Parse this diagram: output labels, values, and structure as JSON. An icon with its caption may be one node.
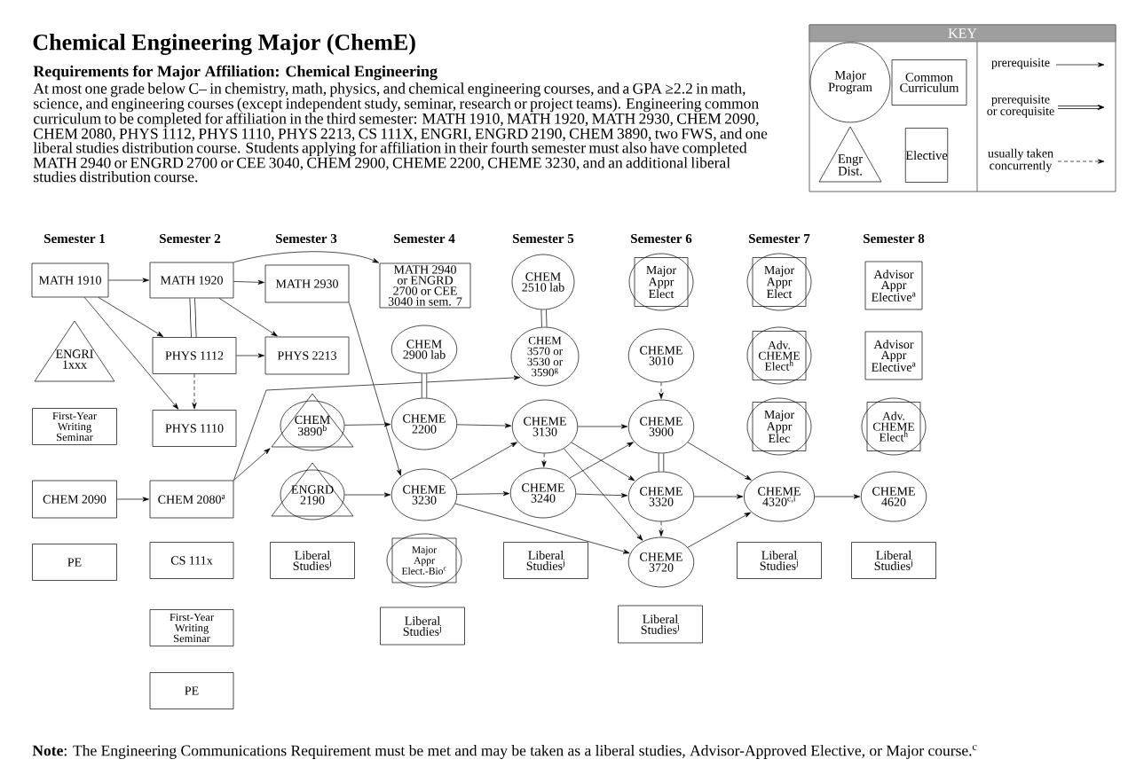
{
  "diagram": {
    "title": "Chemical Engineering Major (ChemE)",
    "caption": "**Note**: The Engineering Communications Requirement must be met and may be taken as a liberal studies, Advisor-Approved Elective, or Major course.$^{c}$",
    "nodes": [
      {
        "text": [
          "MATH 1910"
        ]
      },
      {
        "text": [
          "ENGRI 1xxx"
        ]
      },
      {
        "text": [
          "First-Year Writing Seminar"
        ]
      },
      {
        "text": [
          "CHEM 2090"
        ]
      },
      {
        "text": [
          "PE"
        ]
      },
      {
        "text": [
          "MATH 1920"
        ]
      },
      {
        "text": [
          "PHYS 1112"
        ]
      },
      {
        "text": [
          "PHYS 1110"
        ]
      },
      {
        "text": [
          "CHEM 2080$^{a}$"
        ]
      },
      {
        "text": [
          "CS 111x"
        ]
      },
      {
        "text": [
          "First-Year Writing Seminar"
        ]
      },
      {
        "text": [
          "PE"
        ]
      },
      {
        "text": [
          "MATH 2930"
        ]
      },
      {
        "text": [
          "PHYS 2213"
        ]
      },
      {
        "text": [
          "CHEM 3890$^{b}$"
        ]
      },
      {
        "text": [
          "ENGRD 2190"
        ]
      },
      {
        "text": [
          "Liberal Studies$^{j}$"
        ]
      },
      {
        "text": [
          "MATH 2940 or ENGRD 2700 or CEE 3040 in sem. 7"
        ]
      },
      {
        "text": [
          "CHEM 2900 lab"
        ]
      },
      {
        "text": [
          "CHEME 2200"
        ]
      },
      {
        "text": [
          "CHEME 3230"
        ]
      },
      {
        "text": [
          "Major Appr Elect.-Bio$^{c}$"
        ]
      },
      {
        "text": [
          "Liberal Studies$^{j}$"
        ]
      },
      {
        "text": [
          "CHEM 2510 lab"
        ]
      },
      {
        "text": [
          "CHEM 3570 or 3530 or 3590$^{g}$"
        ]
      },
      {
        "text": [
          "CHEME 3130"
        ]
      },
      {
        "text": [
          "CHEME 3240"
        ]
      },
      {
        "text": [
          "Liberal Studies$^{j}$"
        ]
      },
      {
        "text": [
          "Major Appr Elect"
        ]
      },
      {
        "text": [
          "CHEME 3010"
        ]
      },
      {
        "text": [
          "CHEME 3900"
        ]
      },
      {
        "text": [
          "CHEME 3320"
        ]
      },
      {
        "text": [
          "CHEME 3720"
        ]
      },
      {
        "text": [
          "Liberal Studies$^{j}$"
        ]
      },
      {
        "text": [
          "Major Appr Elect"
        ]
      },
      {
        "text": [
          "Adv. CHEME Elect$^{h}$"
        ]
      },
      {
        "text": [
          "Major Appr Elec"
        ]
      },
      {
        "text": [
          "CHEME 4320$^{c,i}$"
        ]
      },
      {
        "text": [
          "Liberal Studies$^{j}$"
        ]
      },
      {
        "text": [
          "Advisor Appr Elective$^{a}$"
        ]
      },
      {
        "text": [
          "Advisor Appr Elective$^{a}$"
        ]
      },
      {
        "text": [
          "Adv. CHEME Elect$^{h}$"
        ]
      },
      {
        "text": [
          "CHEME 4620"
        ]
      },
      {
        "text": [
          "Liberal Studies$^{j}$"
        ]
      }
    ],
    "edges": [
      {
        "from": 0,
        "to": 5,
        "arrow": "to"
      },
      {
        "from": 0,
        "to": 6,
        "arrow": "to"
      },
      {
        "from": 0,
        "to": 7,
        "arrow": "to"
      },
      {
        "from": 5,
        "to": 12,
        "arrow": "to"
      },
      {
        "from": 5,
        "to": 13,
        "arrow": "to"
      },
      {
        "from": 5,
        "to": 6,
        "arrow": "none",
        "style": "thick"
      },
      {
        "from": 5,
        "to": 17,
        "arrow": "to"
      },
      {
        "from": 6,
        "to": 13,
        "arrow": "to"
      },
      {
        "from": 6,
        "to": 7,
        "arrow": "to",
        "style": "dashed"
      },
      {
        "from": 3,
        "to": 8,
        "arrow": "to"
      },
      {
        "from": 8,
        "to": 14,
        "arrow": "to"
      },
      {
        "from": 8,
        "to": 24,
        "arrow": "to"
      },
      {
        "from": 12,
        "to": 20,
        "arrow": "to"
      },
      {
        "from": 14,
        "to": 19,
        "arrow": "to"
      },
      {
        "from": 15,
        "to": 20,
        "arrow": "to"
      },
      {
        "from": 18,
        "to": 19,
        "arrow": "none",
        "style": "thick"
      },
      {
        "from": 19,
        "to": 25,
        "arrow": "to"
      },
      {
        "from": 20,
        "to": 25,
        "arrow": "to"
      },
      {
        "from": 20,
        "to": 26,
        "arrow": "to"
      },
      {
        "from": 20,
        "to": 32,
        "arrow": "to"
      },
      {
        "from": 23,
        "to": 24,
        "arrow": "none",
        "style": "thick"
      },
      {
        "from": 25,
        "to": 30,
        "arrow": "to"
      },
      {
        "from": 25,
        "to": 26,
        "arrow": "to",
        "style": "dashed"
      },
      {
        "from": 25,
        "to": 31,
        "arrow": "to"
      },
      {
        "from": 25,
        "to": 32,
        "arrow": "to"
      },
      {
        "from": 26,
        "to": 30,
        "arrow": "to"
      },
      {
        "from": 26,
        "to": 31,
        "arrow": "to"
      },
      {
        "from": 29,
        "to": 30,
        "arrow": "to",
        "style": "dashed"
      },
      {
        "from": 30,
        "to": 31,
        "arrow": "none",
        "style": "thick"
      },
      {
        "from": 30,
        "to": 37,
        "arrow": "to"
      },
      {
        "from": 31,
        "to": 37,
        "arrow": "to"
      },
      {
        "from": 31,
        "to": 32,
        "arrow": "to",
        "style": "dashed"
      },
      {
        "from": 32,
        "to": 37,
        "arrow": "to"
      },
      {
        "from": 37,
        "to": 42,
        "arrow": "to"
      }
    ],
    "labels": [
      "Requirements for Major Affiliation:  Chemical Engineering",
      "At most one grade below C– in chemistry, math, physics, and chemical engineering courses, and a GPA ≥2.2 in math, science, and engineering courses (except independent study, seminar, research or project teams). Engineering common curriculum to be completed for affiliation in the third semester: MATH 1910, MATH 1920, MATH 2930, CHEM 2090, CHEM 2080, PHYS 1112, PHYS 1110, PHYS 2213, CS 111X, ENGRI, ENGRD 2190, CHEM 3890, two FWS, and one liberal studies distribution course. Students applying for affiliation in their fourth semester must also have completed MATH 2940 or ENGRD 2700 or CEE 3040, CHEM 2900, CHEME 2200, CHEME 3230, and an additional liberal studies distribution course.",
      "KEY",
      "Semester 1",
      "Semester 2",
      "Semester 3",
      "Semester 4",
      "Semester 5",
      "Semester 6",
      "Semester 7",
      "Semester 8"
    ],
    "legend": [
      {
        "text": "Major Program"
      },
      {
        "text": "Common Curriculum"
      },
      {
        "text": "Engr Dist."
      },
      {
        "text": "Elective"
      },
      {
        "text": "prerequisite"
      },
      {
        "text": "prerequisite or corequisite"
      },
      {
        "text": "usually taken concurrently"
      }
    ]
  }
}
